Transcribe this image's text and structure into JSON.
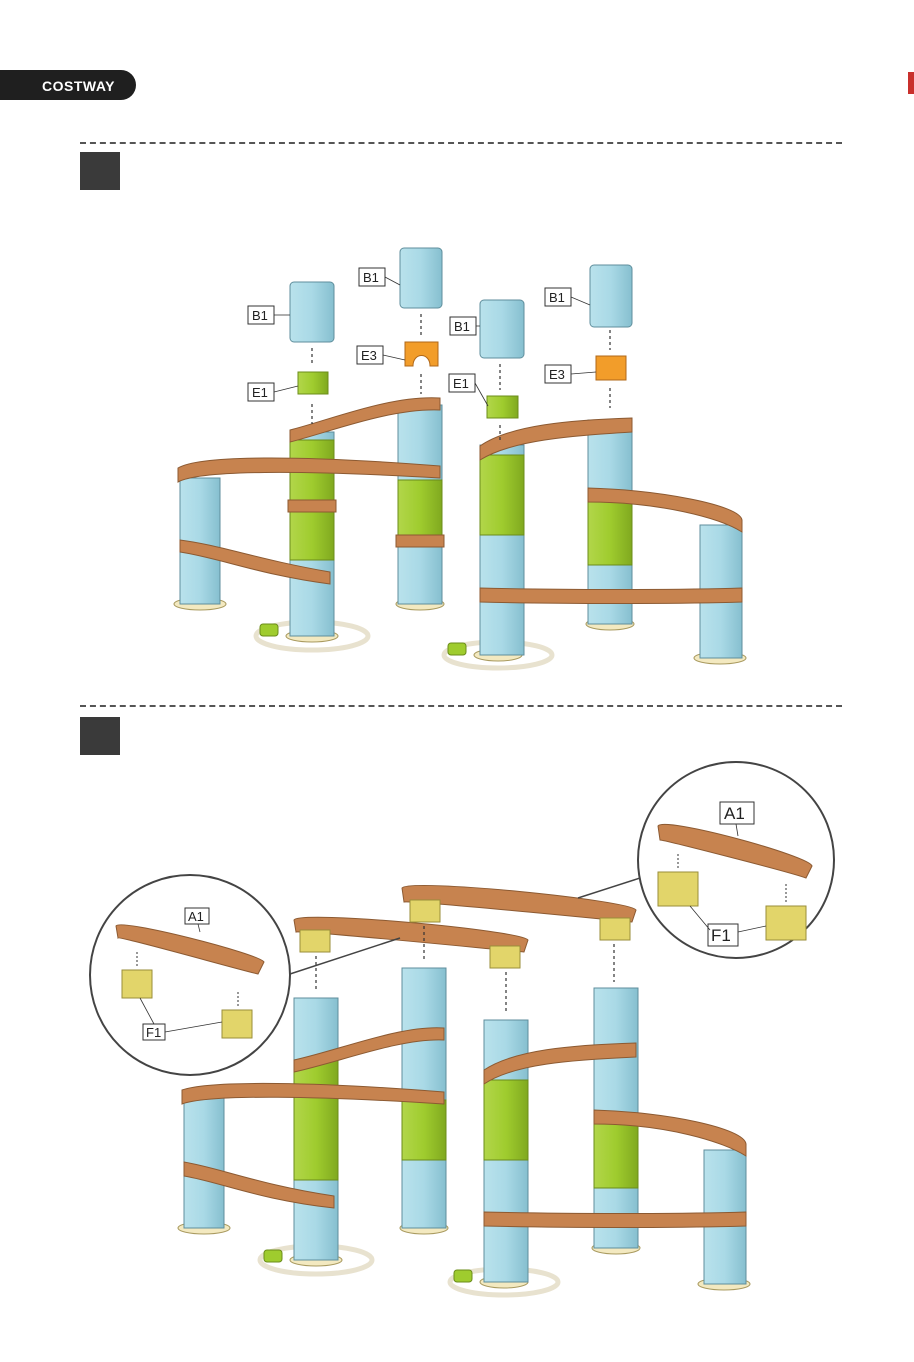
{
  "header": {
    "brand": "COSTWAY"
  },
  "colors": {
    "tube": "#a9d9e6",
    "tube_dark": "#8cc3d3",
    "green": "#9fcc2e",
    "track": "#c7834f",
    "track_dark": "#a4683b",
    "base": "#f3e9c0",
    "orange": "#f29d2a",
    "connector": "#e2d56a"
  },
  "steps": [
    {
      "labels": [
        "B1",
        "B1",
        "B1",
        "B1",
        "E1",
        "E3",
        "E1",
        "E3"
      ]
    },
    {
      "labels": [
        "A1",
        "F1",
        "A1",
        "F1"
      ]
    }
  ]
}
